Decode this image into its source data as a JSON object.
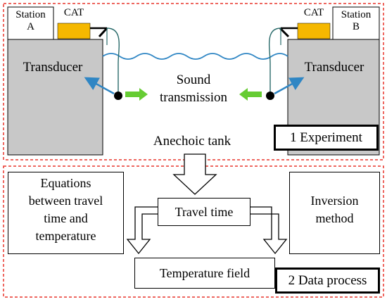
{
  "experiment": {
    "station_a": [
      "Station",
      "A"
    ],
    "station_b": [
      "Station",
      "B"
    ],
    "cat_label": "CAT",
    "transducer_label": "Transducer",
    "sound_transmission": [
      "Sound",
      "transmission"
    ],
    "anechoic_tank": "Anechoic tank",
    "section_label": "1 Experiment"
  },
  "data_process": {
    "equations": [
      "Equations",
      "between travel",
      "time and",
      "temperature"
    ],
    "travel_time": "Travel time",
    "inversion": [
      "Inversion",
      "method"
    ],
    "temperature_field": "Temperature field",
    "section_label": "2 Data process"
  },
  "colors": {
    "section_border": "#e8352b",
    "transducer_fill": "#c8c8c8",
    "cat_fill": "#f5b800",
    "water_line": "#2f86c4",
    "sound_arrow": "#66cc33",
    "ray_arrow": "#2f86c4",
    "cable": "#2a6b6b"
  }
}
